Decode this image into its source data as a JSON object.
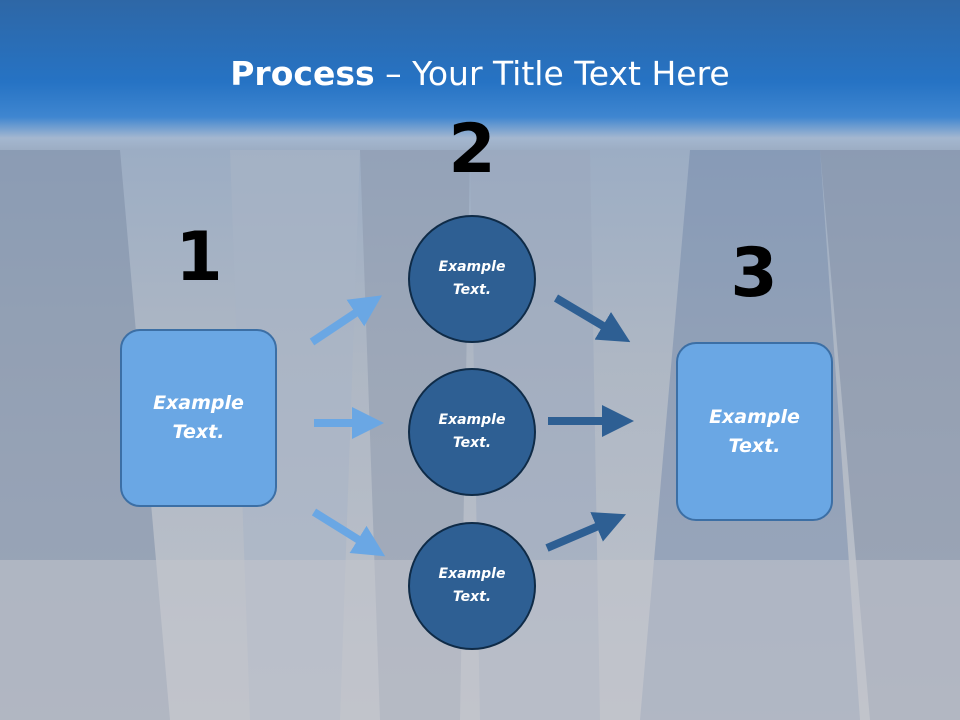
{
  "title": {
    "bold": "Process",
    "rest": " – Your Title Text Here"
  },
  "steps": {
    "n1": "1",
    "n2": "2",
    "n3": "3"
  },
  "left_box": {
    "text": "Example\nText."
  },
  "circles": [
    {
      "text": "Example\nText."
    },
    {
      "text": "Example\nText."
    },
    {
      "text": "Example\nText."
    }
  ],
  "right_box": {
    "text": "Example\nText."
  },
  "colors": {
    "header_blue": "#2673c4",
    "box_fill": "#6aa7e4",
    "circle_fill": "#2e5f93",
    "arrow_light": "#6aa7e4",
    "arrow_dark": "#2e5f93"
  }
}
